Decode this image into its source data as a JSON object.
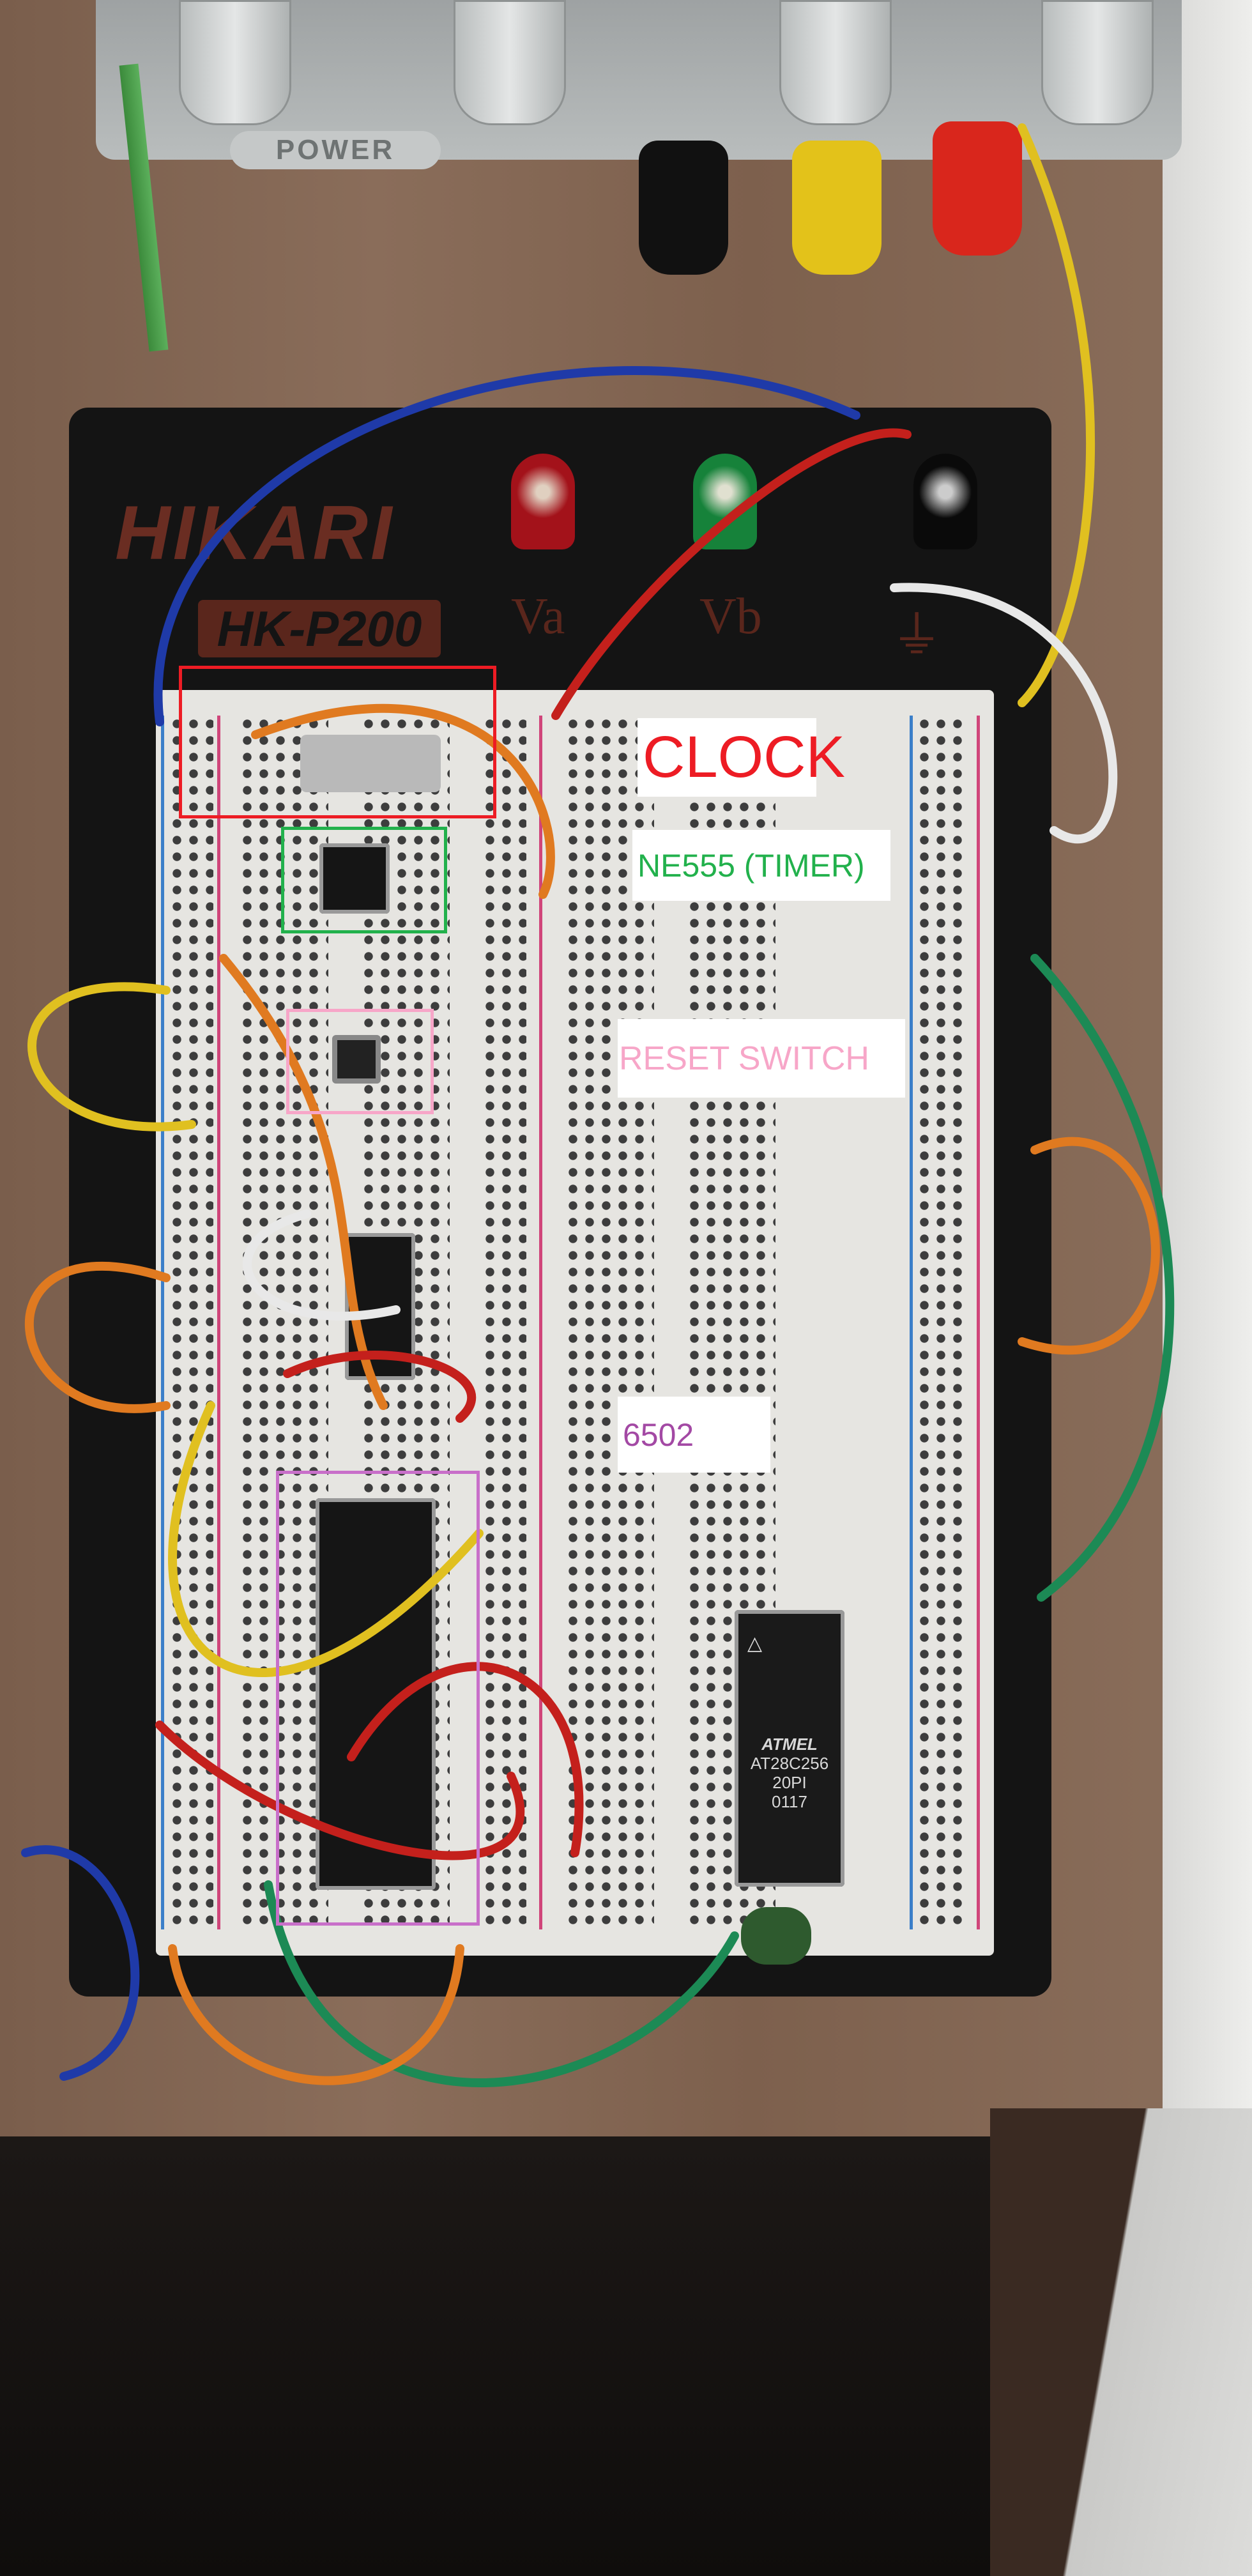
{
  "power_supply": {
    "label": "POWER"
  },
  "breadboard": {
    "brand": "HIKARI",
    "model": "HK-P200",
    "posts": [
      "Va",
      "Vb"
    ]
  },
  "eeprom_chip": {
    "maker": "ATMEL",
    "part": "AT28C256",
    "grade": "20PI",
    "date_code": "0117"
  },
  "annotations": [
    {
      "label": "CLOCK",
      "color": "#ed1c24"
    },
    {
      "label": "NE555 (TIMER)",
      "color": "#22b14c"
    },
    {
      "label": "RESET SWITCH",
      "color": "#f7a6c8"
    },
    {
      "label": "6502",
      "color": "#a349a4"
    }
  ]
}
